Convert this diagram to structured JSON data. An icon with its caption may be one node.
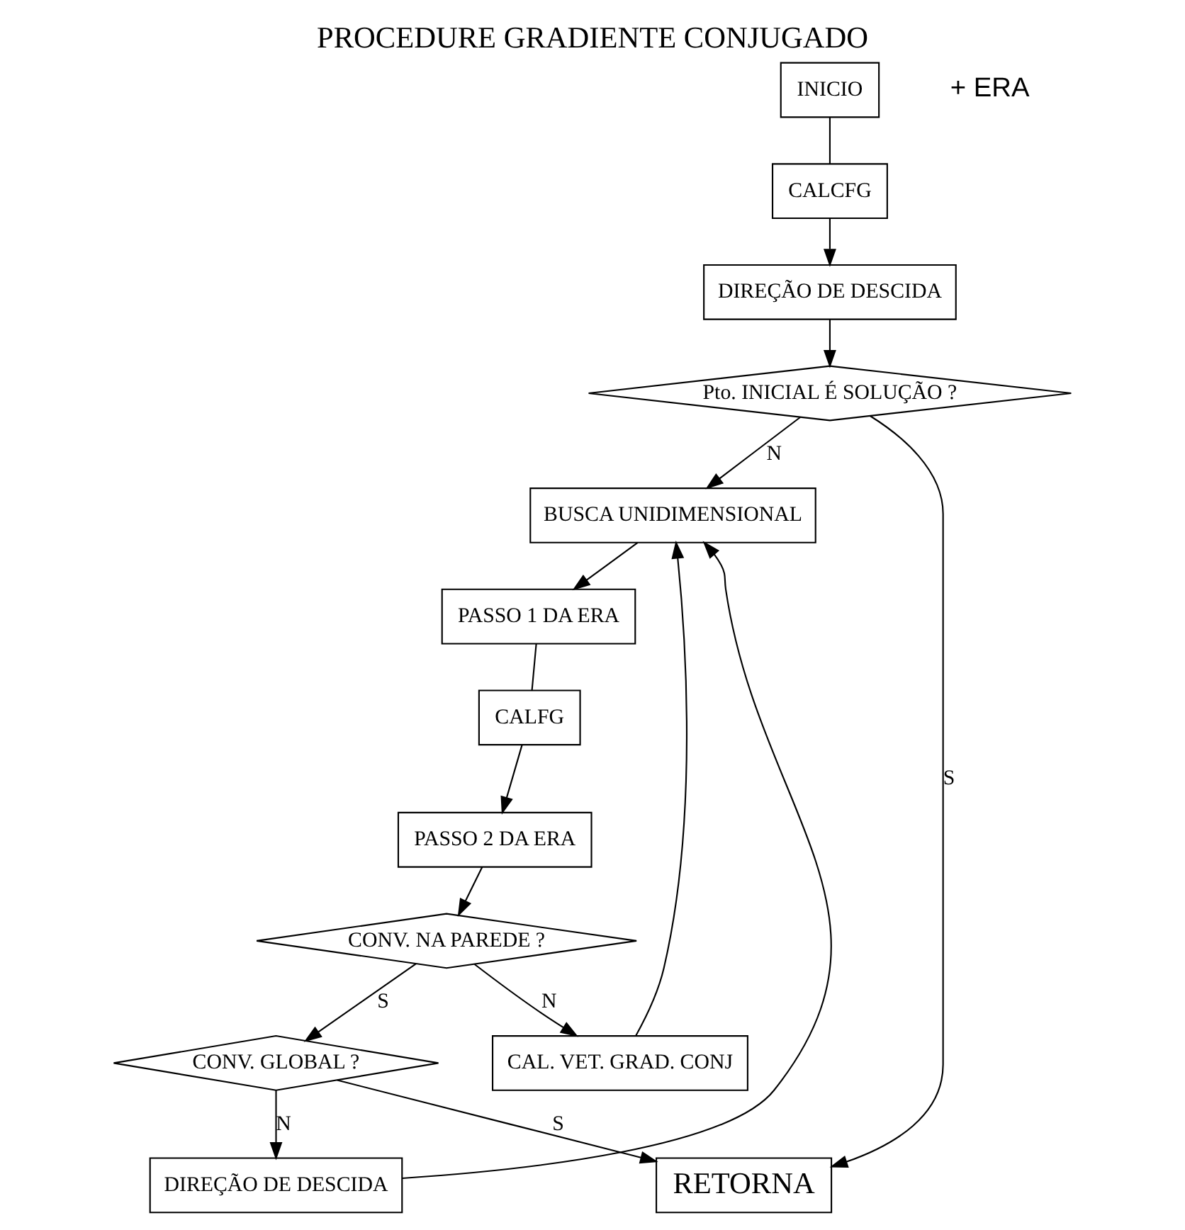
{
  "diagram": {
    "title": "PROCEDURE GRADIENTE CONJUGADO",
    "nodes": [
      {
        "text": [
          "INICIO"
        ]
      },
      {
        "text": [
          "CALCFG"
        ]
      },
      {
        "text": [
          "DIREÇÃO DE DESCIDA"
        ]
      },
      {
        "text": [
          "Pto. INICIAL É SOLUÇÃO ?"
        ]
      },
      {
        "text": [
          "BUSCA UNIDIMENSIONAL"
        ]
      },
      {
        "text": [
          "PASSO 1 DA ERA"
        ]
      },
      {
        "text": [
          "CALFG"
        ]
      },
      {
        "text": [
          "PASSO 2 DA ERA"
        ]
      },
      {
        "text": [
          "CONV. NA PAREDE ?"
        ]
      },
      {
        "text": [
          "RETORNA"
        ]
      },
      {
        "text": [
          "CAL. VET. GRAD. CONJ"
        ]
      },
      {
        "text": [
          "CONV. GLOBAL ?"
        ]
      },
      {
        "text": [
          "DIREÇÃO DE DESCIDA"
        ]
      }
    ],
    "edges": [
      {
        "from": 0,
        "to": 1,
        "arrow": "none"
      },
      {
        "from": 1,
        "to": 2,
        "arrow": "to"
      },
      {
        "from": 2,
        "to": 3,
        "arrow": "to"
      },
      {
        "from": 3,
        "to": 4,
        "label": "N",
        "arrow": "to"
      },
      {
        "from": 3,
        "to": 9,
        "label": "S",
        "arrow": "to"
      },
      {
        "from": 4,
        "to": 5,
        "arrow": "to"
      },
      {
        "from": 5,
        "to": 6,
        "arrow": "none"
      },
      {
        "from": 6,
        "to": 7,
        "arrow": "to"
      },
      {
        "from": 7,
        "to": 8,
        "arrow": "to"
      },
      {
        "from": 8,
        "to": 10,
        "label": "N",
        "arrow": "to"
      },
      {
        "from": 8,
        "to": 11,
        "label": "S",
        "arrow": "to"
      },
      {
        "from": 11,
        "to": 9,
        "label": "S",
        "arrow": "to"
      },
      {
        "from": 11,
        "to": 12,
        "label": "N",
        "arrow": "to"
      },
      {
        "from": 10,
        "to": 4,
        "arrow": "to"
      },
      {
        "from": 12,
        "to": 4,
        "arrow": "to"
      }
    ],
    "labels": [
      "+ ERA"
    ]
  }
}
